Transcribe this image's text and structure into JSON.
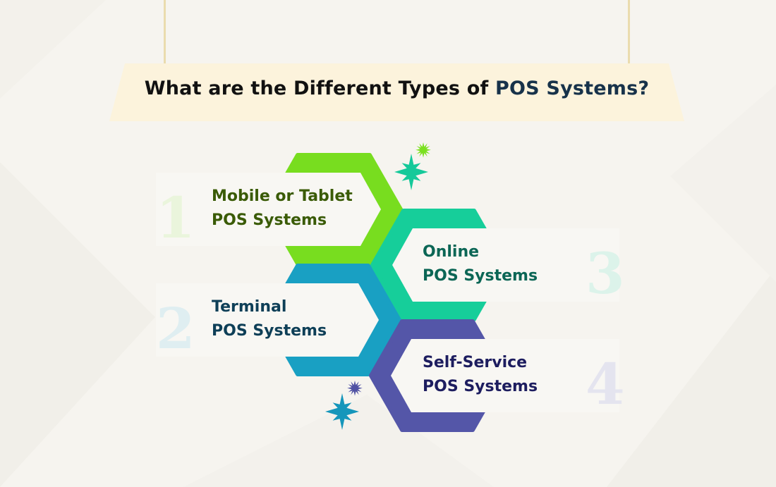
{
  "title": {
    "prefix": "What are the Different Types of ",
    "accent": "POS Systems?"
  },
  "items": [
    {
      "number": "1",
      "line1": "Mobile or Tablet",
      "line2": "POS Systems",
      "color": "#78dd1f",
      "text_color": "#3a5b06",
      "number_color": "#eaf5dc"
    },
    {
      "number": "2",
      "line1": "Terminal",
      "line2": "POS Systems",
      "color": "#19a0c3",
      "text_color": "#0e3f57",
      "number_color": "#dfeef1"
    },
    {
      "number": "3",
      "line1": "Online",
      "line2": "POS Systems",
      "color": "#16ce9a",
      "text_color": "#0b6655",
      "number_color": "#dcf3ea"
    },
    {
      "number": "4",
      "line1": "Self-Service",
      "line2": "POS Systems",
      "color": "#5456a8",
      "text_color": "#1d1d5f",
      "number_color": "#e4e4ef"
    }
  ],
  "colors": {
    "background": "#f6f4ef",
    "banner": "#fcf3dc",
    "string": "#eadcae",
    "card": "#f8f7f3"
  },
  "icons": [
    "star-burst-icon",
    "star-burst-icon",
    "star-burst-icon",
    "star-burst-icon"
  ]
}
